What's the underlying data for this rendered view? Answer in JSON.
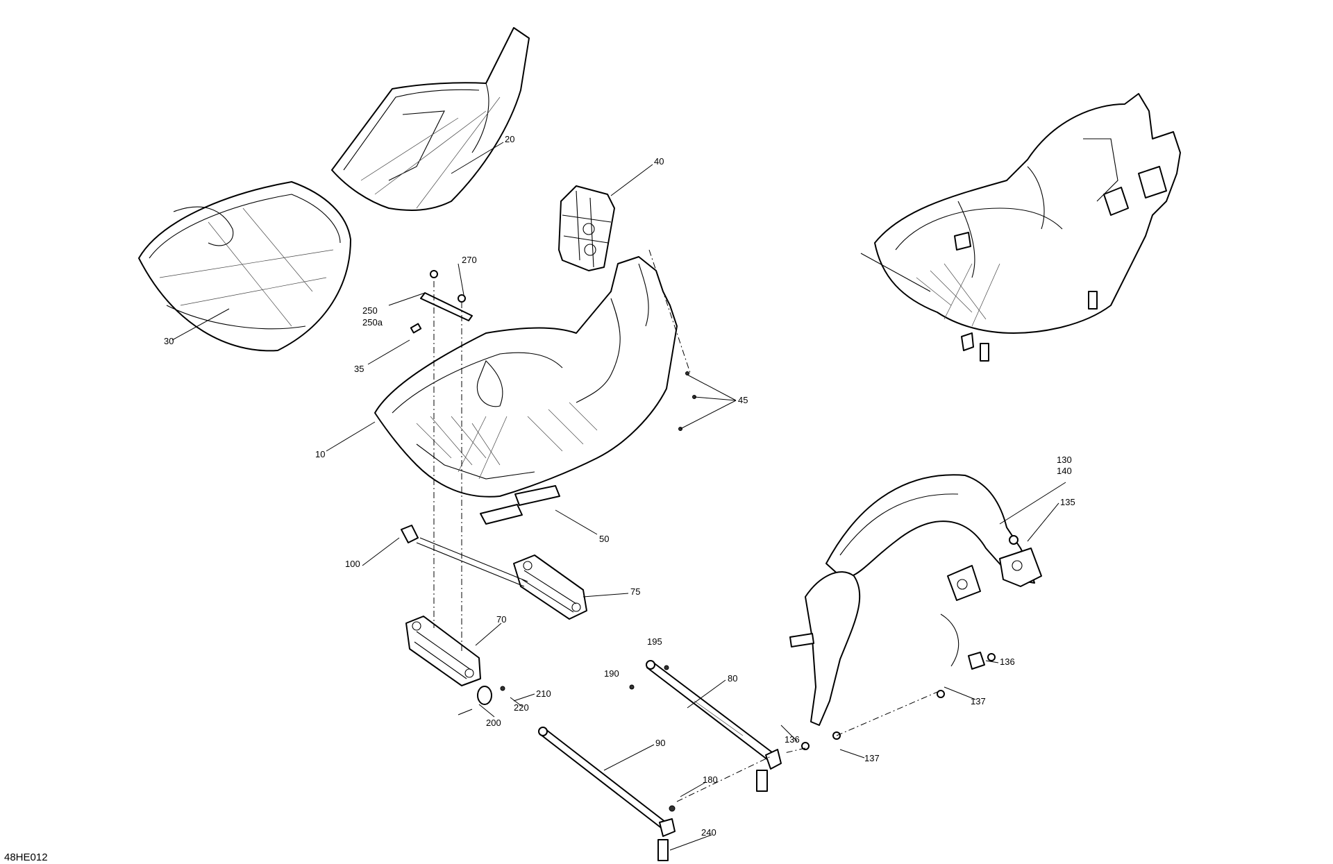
{
  "diagram": {
    "code": "48HE012",
    "callouts": [
      {
        "id": "20",
        "text": "20"
      },
      {
        "id": "40",
        "text": "40"
      },
      {
        "id": "270",
        "text": "270"
      },
      {
        "id": "250",
        "text": "250"
      },
      {
        "id": "250a",
        "text": "250a"
      },
      {
        "id": "30",
        "text": "30"
      },
      {
        "id": "35",
        "text": "35"
      },
      {
        "id": "45",
        "text": "45"
      },
      {
        "id": "10",
        "text": "10"
      },
      {
        "id": "130",
        "text": "130"
      },
      {
        "id": "140",
        "text": "140"
      },
      {
        "id": "135",
        "text": "135"
      },
      {
        "id": "50",
        "text": "50"
      },
      {
        "id": "100",
        "text": "100"
      },
      {
        "id": "75",
        "text": "75"
      },
      {
        "id": "70",
        "text": "70"
      },
      {
        "id": "195",
        "text": "195"
      },
      {
        "id": "80",
        "text": "80"
      },
      {
        "id": "136a",
        "text": "136"
      },
      {
        "id": "190",
        "text": "190"
      },
      {
        "id": "210",
        "text": "210"
      },
      {
        "id": "220",
        "text": "220"
      },
      {
        "id": "200",
        "text": "200"
      },
      {
        "id": "137a",
        "text": "137"
      },
      {
        "id": "136b",
        "text": "136"
      },
      {
        "id": "137b",
        "text": "137"
      },
      {
        "id": "90",
        "text": "90"
      },
      {
        "id": "180",
        "text": "180"
      },
      {
        "id": "240",
        "text": "240"
      }
    ]
  }
}
